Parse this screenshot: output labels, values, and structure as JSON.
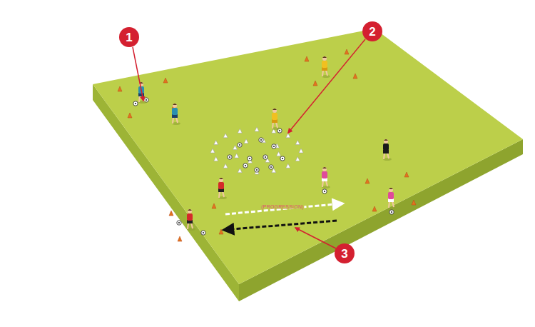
{
  "diagram": {
    "labels": [
      "1",
      "2",
      "3",
      "(PROGRESSION)"
    ]
  }
}
